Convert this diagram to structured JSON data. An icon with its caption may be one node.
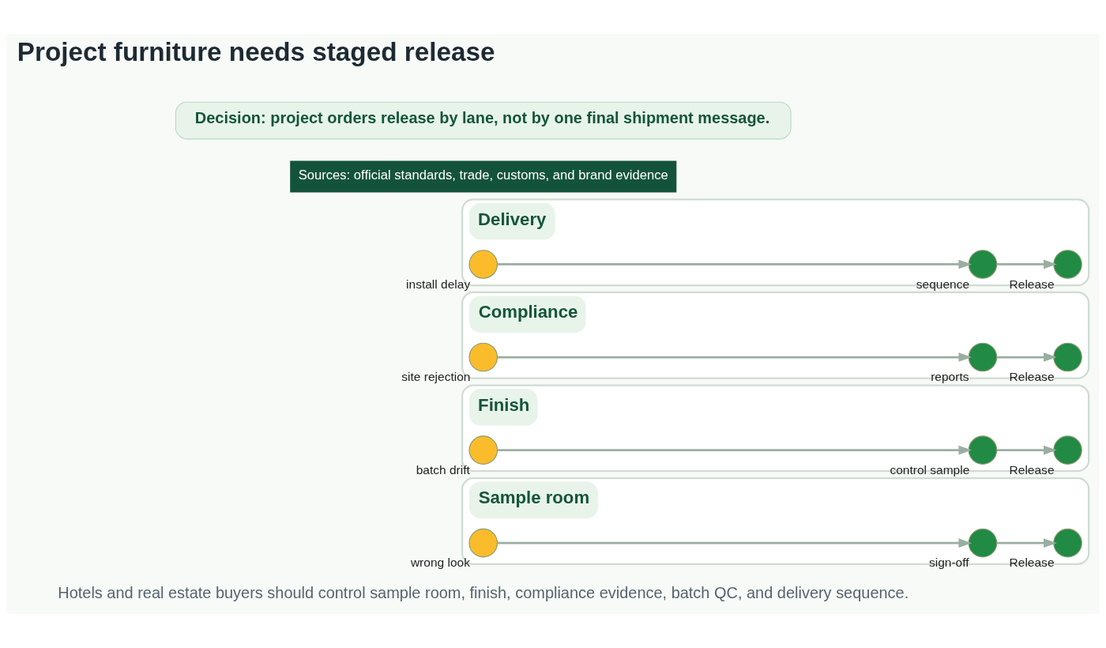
{
  "diagram": {
    "title": "Project furniture needs staged release",
    "nodes": [
      {
        "text": [
          "Sample room"
        ]
      },
      {
        "text": [],
        "shape": "circle",
        "in": 0,
        "beside": [
          "wrong look"
        ]
      },
      {
        "text": [],
        "shape": "circle",
        "in": 0,
        "beside": [
          "sign-off"
        ]
      },
      {
        "text": [],
        "shape": "circle",
        "in": 0,
        "beside": [
          "Release"
        ]
      },
      {
        "text": [
          "Finish"
        ]
      },
      {
        "text": [],
        "shape": "circle",
        "in": 4,
        "beside": [
          "batch drift"
        ]
      },
      {
        "text": [],
        "shape": "circle",
        "in": 4,
        "beside": [
          "control sample"
        ]
      },
      {
        "text": [],
        "shape": "circle",
        "in": 4,
        "beside": [
          "Release"
        ]
      },
      {
        "text": [
          "Compliance"
        ]
      },
      {
        "text": [],
        "shape": "circle",
        "in": 8,
        "beside": [
          "site rejection"
        ]
      },
      {
        "text": [],
        "shape": "circle",
        "in": 8,
        "beside": [
          "reports"
        ]
      },
      {
        "text": [],
        "shape": "circle",
        "in": 8,
        "beside": [
          "Release"
        ]
      },
      {
        "text": [
          "Delivery"
        ]
      },
      {
        "text": [],
        "shape": "circle",
        "in": 12,
        "beside": [
          "install delay"
        ]
      },
      {
        "text": [],
        "shape": "circle",
        "in": 12,
        "beside": [
          "sequence"
        ]
      },
      {
        "text": [],
        "shape": "circle",
        "in": 12,
        "beside": [
          "Release"
        ]
      },
      {
        "text": [
          "Decision: project orders release by lane, not by one final shipment message."
        ]
      }
    ],
    "edges": [
      {
        "from": 1,
        "to": 2,
        "arrow": "to"
      },
      {
        "from": 2,
        "to": 3,
        "arrow": "to"
      },
      {
        "from": 5,
        "to": 6,
        "arrow": "to"
      },
      {
        "from": 6,
        "to": 7,
        "arrow": "to"
      },
      {
        "from": 9,
        "to": 10,
        "arrow": "to"
      },
      {
        "from": 10,
        "to": 11,
        "arrow": "to"
      },
      {
        "from": 13,
        "to": 14,
        "arrow": "to"
      },
      {
        "from": 14,
        "to": 15,
        "arrow": "to"
      }
    ],
    "labels": [
      "Hotels and real estate buyers should control sample room, finish, compliance evidence, batch QC, and delivery sequence.",
      "Sources: official standards, trade, customs, and brand evidence"
    ]
  }
}
